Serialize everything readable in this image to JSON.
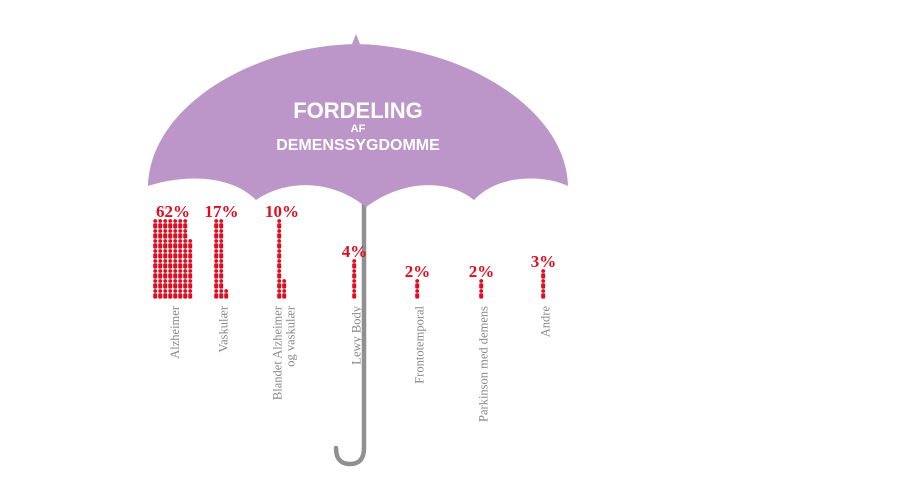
{
  "colors": {
    "umbrella": "#bc96c8",
    "handle": "#909090",
    "icon": "#e00c1f",
    "label": "#888888"
  },
  "title": {
    "line1": "FORDELING",
    "line2": "AF",
    "line3": "DEMENSSYGDOMME"
  },
  "chart_data": {
    "type": "bar",
    "title": "FORDELING AF DEMENSSYGDOMME",
    "unit": "%",
    "icon": "person-icon",
    "categories": [
      "Alzheimer",
      "Vaskulær",
      "Blandet Alzheimer og vaskulær",
      "Lewy Body",
      "Frontotemporal",
      "Parkinson med demens",
      "Andre"
    ],
    "category_lines": [
      [
        "Alzheimer"
      ],
      [
        "Vaskulær"
      ],
      [
        "Blandet Alzheimer",
        "og vaskulær"
      ],
      [
        "Lewy Body"
      ],
      [
        "Frontotemporal"
      ],
      [
        "Parkinson med demens"
      ],
      [
        "Andre"
      ]
    ],
    "values": [
      62,
      17,
      10,
      4,
      2,
      2,
      3
    ],
    "value_labels": [
      "62%",
      "17%",
      "10%",
      "4%",
      "2%",
      "2%",
      "3%"
    ]
  }
}
